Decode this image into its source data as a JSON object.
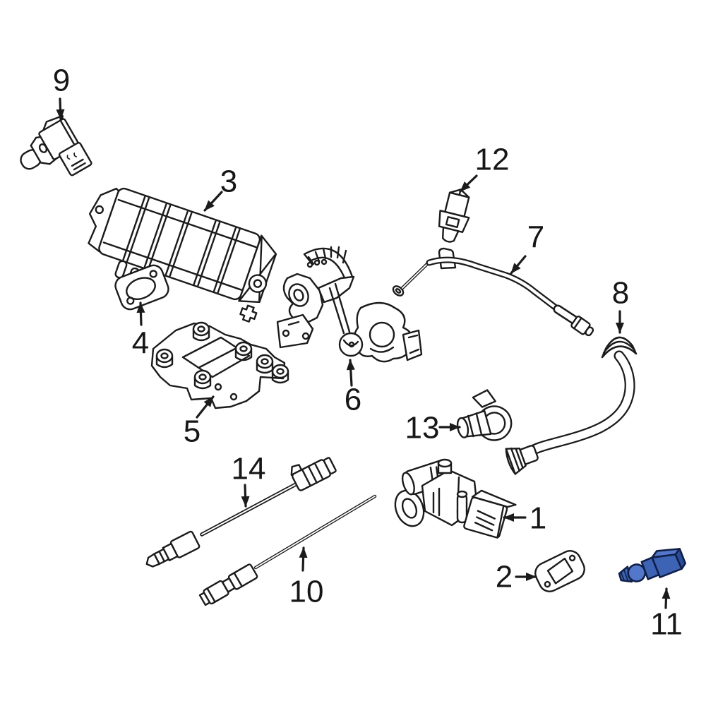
{
  "diagram": {
    "background_color": "#ffffff",
    "line_color": "#1b1b1b",
    "highlighted_callout": "11",
    "highlight_colors": {
      "fill": "#3d63b5",
      "fill_light": "#5377cb",
      "fill_dark": "#2b4c9b",
      "outline": "#101f47"
    },
    "callouts": [
      {
        "label": "1"
      },
      {
        "label": "2"
      },
      {
        "label": "3"
      },
      {
        "label": "4"
      },
      {
        "label": "5"
      },
      {
        "label": "6"
      },
      {
        "label": "7"
      },
      {
        "label": "8"
      },
      {
        "label": "9"
      },
      {
        "label": "10"
      },
      {
        "label": "11",
        "highlighted": true
      },
      {
        "label": "12"
      },
      {
        "label": "13"
      },
      {
        "label": "14"
      }
    ]
  }
}
